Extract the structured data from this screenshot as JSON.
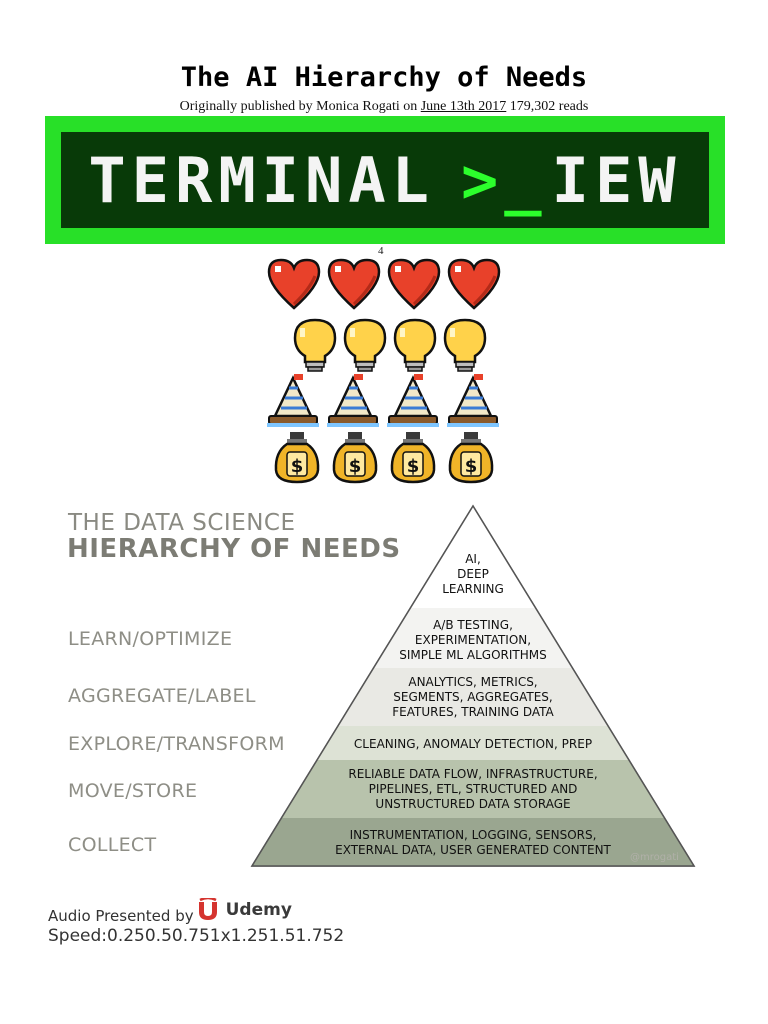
{
  "header": {
    "title": "The AI Hierarchy of Needs",
    "byline_prefix": "Originally published by Monica Rogati on ",
    "byline_date": "June 13th 2017",
    "byline_reads": " 179,302 reads"
  },
  "banner": {
    "text_main": "TERMINAL",
    "text_prompt": ">_",
    "text_suffix": "IEW",
    "colors": {
      "frame": "#28e028",
      "panel": "#083a08",
      "prompt": "#2cff2c"
    }
  },
  "image_caption": "4",
  "icon_rows": [
    {
      "icon": "heart-icon",
      "count": 4
    },
    {
      "icon": "lightbulb-icon",
      "count": 4
    },
    {
      "icon": "party-hat-icon",
      "count": 4
    },
    {
      "icon": "money-bag-icon",
      "count": 4
    }
  ],
  "dsh": {
    "title_line1": "THE DATA SCIENCE",
    "title_line2": "HIERARCHY OF NEEDS",
    "levels": [
      {
        "label": "",
        "content": "AI,\nDEEP\nLEARNING"
      },
      {
        "label": "LEARN/OPTIMIZE",
        "content": "A/B TESTING,\nEXPERIMENTATION,\nSIMPLE ML ALGORITHMS"
      },
      {
        "label": "AGGREGATE/LABEL",
        "content": "ANALYTICS, METRICS,\nSEGMENTS, AGGREGATES,\nFEATURES, TRAINING DATA"
      },
      {
        "label": "EXPLORE/TRANSFORM",
        "content": "CLEANING, ANOMALY DETECTION, PREP"
      },
      {
        "label": "MOVE/STORE",
        "content": "RELIABLE DATA FLOW, INFRASTRUCTURE,\nPIPELINES, ETL, STRUCTURED AND\nUNSTRUCTURED DATA STORAGE"
      },
      {
        "label": "COLLECT",
        "content": "INSTRUMENTATION, LOGGING, SENSORS,\nEXTERNAL DATA, USER GENERATED CONTENT"
      }
    ],
    "watermark": "@mrogati"
  },
  "footer": {
    "audio_label": "Audio Presented by",
    "udemy_mark": "u",
    "udemy_word": "Udemy",
    "speed_text": "Speed:0.250.50.751x1.251.51.752"
  }
}
